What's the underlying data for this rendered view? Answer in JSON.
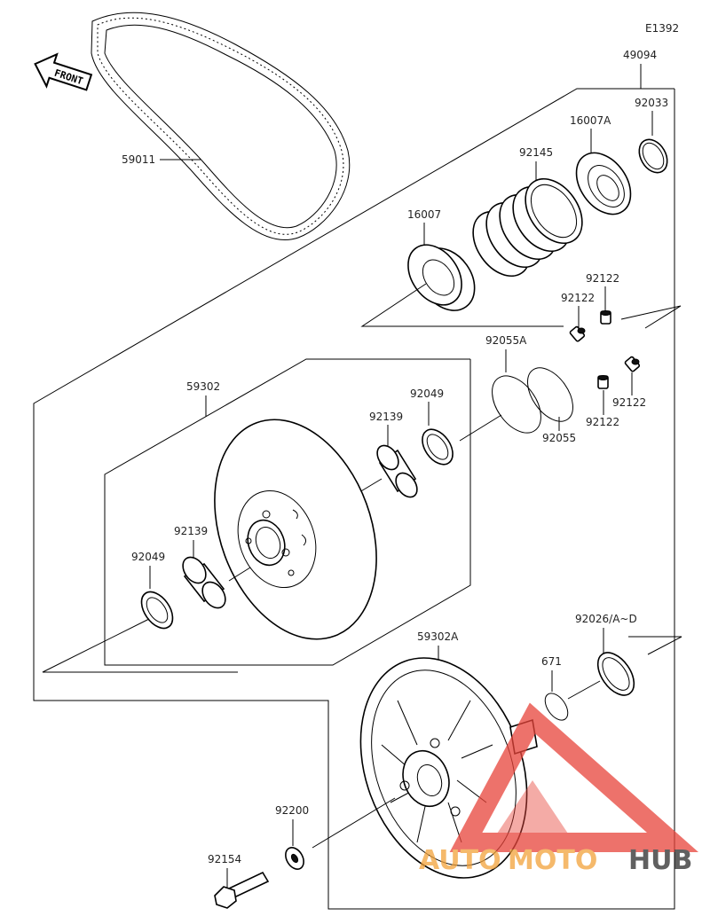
{
  "diagram_code": "E1392",
  "front_label": "FRONT",
  "labels": {
    "p49094": "49094",
    "p92033": "92033",
    "p16007A": "16007A",
    "p92145": "92145",
    "p59011": "59011",
    "p16007": "16007",
    "p92122_a": "92122",
    "p92122_b": "92122",
    "p92122_c": "92122",
    "p92122_d": "92122",
    "p92055A": "92055A",
    "p92055": "92055",
    "p59302": "59302",
    "p92049_a": "92049",
    "p92049_b": "92049",
    "p92139_a": "92139",
    "p92139_b": "92139",
    "p92026": "92026/A~D",
    "p671": "671",
    "p59302A": "59302A",
    "p92200": "92200",
    "p92154": "92154"
  },
  "watermark": {
    "auto": "AUTO",
    "moto": "MOTO",
    "hub": "HUB",
    "colors": {
      "triangle": "#e8443a",
      "auto": "#f2a23a",
      "hub": "#2b2b2b"
    }
  }
}
